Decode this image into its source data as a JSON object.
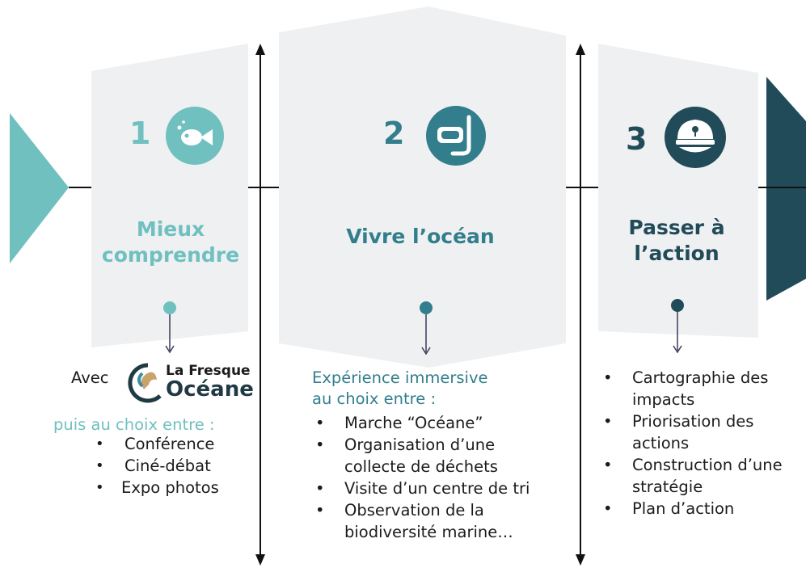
{
  "colors": {
    "step1": "#6fc0bf",
    "step2": "#327e8c",
    "step3": "#214b58",
    "panel": "#eff0f2",
    "line": "#111111",
    "arrow_small": "#3a3a5a"
  },
  "steps": [
    {
      "number": "1",
      "icon": "fish-icon",
      "title_lines": [
        "Mieux",
        "comprendre"
      ],
      "intro_prefix": "Avec",
      "logo_text_top": "La Fresque",
      "logo_text_bottom": "Océane",
      "list_intro": "puis au choix entre :",
      "bullets": [
        "Conférence",
        "Ciné-débat",
        "Expo photos"
      ]
    },
    {
      "number": "2",
      "icon": "snorkel-mask-icon",
      "title_lines": [
        "Vivre l’océan"
      ],
      "list_intro_lines": [
        "Expérience immersive",
        "au choix entre :"
      ],
      "bullets": [
        [
          "Marche “Océane”"
        ],
        [
          "Organisation d’une",
          "collecte de déchets"
        ],
        [
          "Visite d’un centre de tri"
        ],
        [
          "Observation de la",
          "biodiversité marine…"
        ]
      ]
    },
    {
      "number": "3",
      "icon": "captain-hat-icon",
      "title_lines": [
        "Passer à",
        "l’action"
      ],
      "bullets": [
        [
          "Cartographie des",
          "impacts"
        ],
        [
          "Priorisation des",
          "actions"
        ],
        [
          "Construction d’une",
          "stratégie"
        ],
        [
          "Plan d’action"
        ]
      ]
    }
  ]
}
